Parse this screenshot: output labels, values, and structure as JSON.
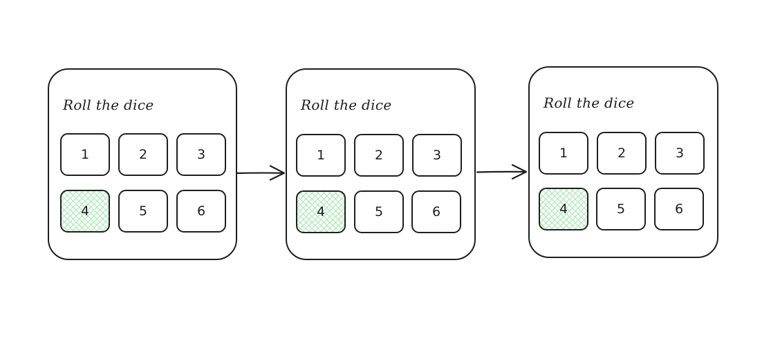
{
  "panels": [
    {
      "title": "Roll the dice",
      "dice": [
        "1",
        "2",
        "3",
        "4",
        "5",
        "6"
      ],
      "selected": "4"
    },
    {
      "title": "Roll the dice",
      "dice": [
        "1",
        "2",
        "3",
        "4",
        "5",
        "6"
      ],
      "selected": "4"
    },
    {
      "title": "Roll the dice",
      "dice": [
        "1",
        "2",
        "3",
        "4",
        "5",
        "6"
      ],
      "selected": "4"
    }
  ],
  "colors": {
    "stroke": "#1e1e1e",
    "selected_fill": "#b2ebbc",
    "background": "#ffffff"
  }
}
